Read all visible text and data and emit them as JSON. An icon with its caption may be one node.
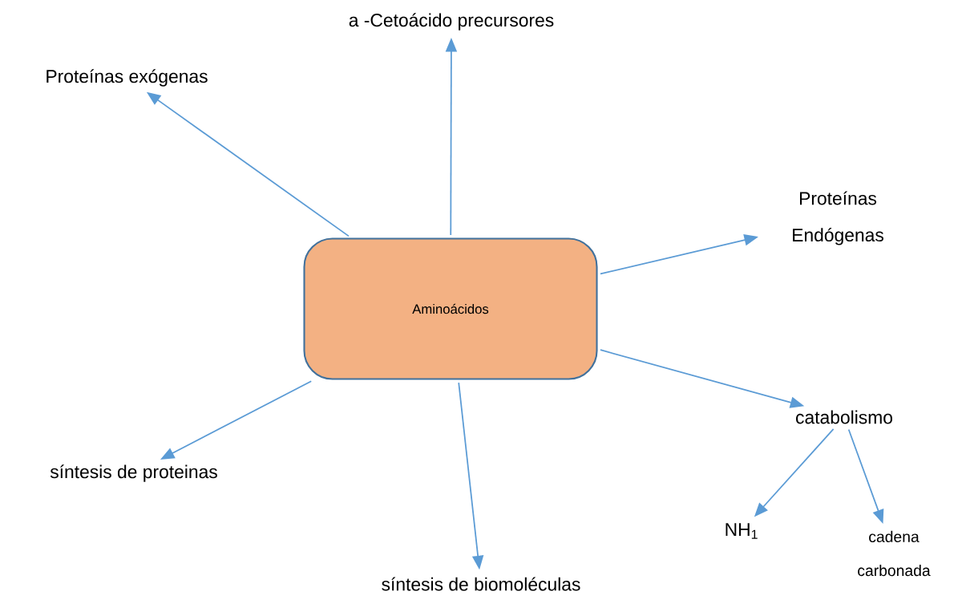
{
  "diagram": {
    "nodes": [
      {
        "text": [
          "Aminoácidos"
        ]
      },
      {
        "text": [
          "a -Cetoácido precursores"
        ]
      },
      {
        "text": [
          "Proteínas exógenas"
        ]
      },
      {
        "text": [
          "Proteínas Endógenas"
        ]
      },
      {
        "text": [
          "catabolismo"
        ]
      },
      {
        "text": [
          "síntesis de proteinas"
        ]
      },
      {
        "text": [
          "síntesis de biomoléculas"
        ]
      },
      {
        "text": [
          "NH$_{1}$"
        ]
      },
      {
        "text": [
          "cadena carbonada"
        ]
      }
    ],
    "edges": [
      {
        "from": 0,
        "to": 1,
        "arrow": "to"
      },
      {
        "from": 0,
        "to": 2,
        "arrow": "to"
      },
      {
        "from": 0,
        "to": 3,
        "arrow": "to"
      },
      {
        "from": 0,
        "to": 4,
        "arrow": "to"
      },
      {
        "from": 0,
        "to": 5,
        "arrow": "to"
      },
      {
        "from": 0,
        "to": 6,
        "arrow": "to"
      },
      {
        "from": 4,
        "to": 7,
        "arrow": "to"
      },
      {
        "from": 4,
        "to": 8,
        "arrow": "to"
      }
    ]
  }
}
